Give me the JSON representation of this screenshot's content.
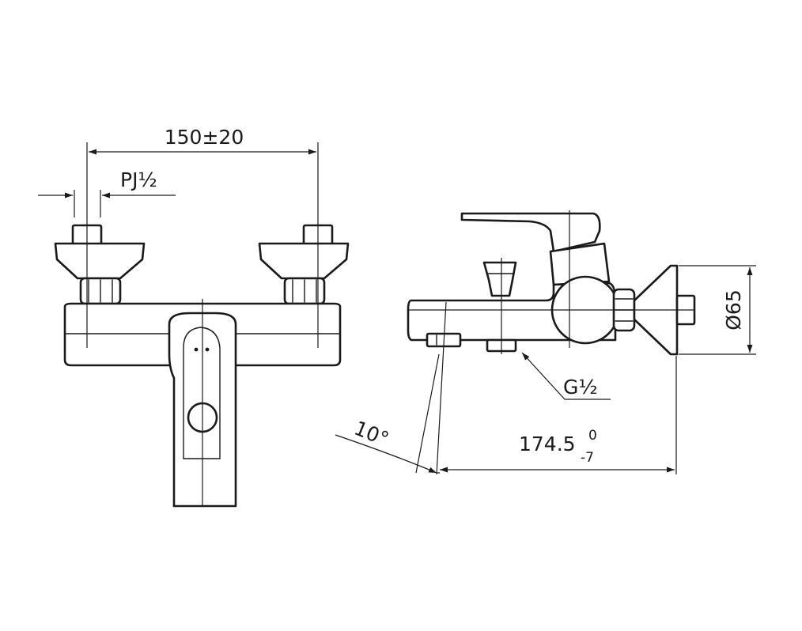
{
  "front_view": {
    "dimension_spacing": "150±20",
    "dimension_thread": "PJ½"
  },
  "side_view": {
    "dimension_angle": "10°",
    "dimension_length": "174.5",
    "dimension_length_tol_upper": "0",
    "dimension_length_tol_lower": "-7",
    "dimension_diameter": "Ø65",
    "dimension_outlet_thread": "G½"
  }
}
